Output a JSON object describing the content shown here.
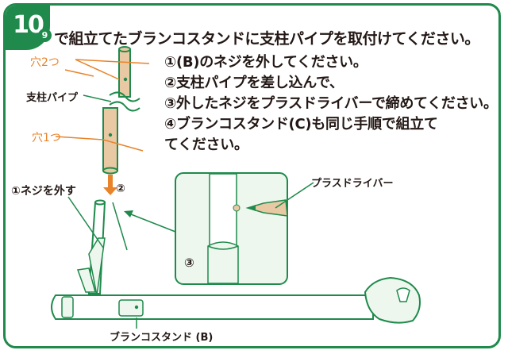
{
  "step": {
    "number": "10",
    "ref_badge": "9",
    "title": "で組立てたブランコスタンドに支柱パイプを取付けてください。"
  },
  "instructions": [
    "①(B)のネジを外してください。",
    "②支柱パイプを差し込んで、",
    "③外したネジをプラスドライバーで締めてください。",
    "④ブランコスタンド(C)も同じ手順で組立て",
    "てください。"
  ],
  "labels": {
    "hole2": "穴2つ",
    "hole1": "穴1つ",
    "pipe": "支柱パイプ",
    "remove_screw": "①ネジを外す",
    "circle2": "②",
    "screwdriver": "プラスドライバー",
    "circle3": "③",
    "stand_b": "ブランコスタンド (B)"
  },
  "colors": {
    "green": "#1f8a4c",
    "orange": "#e8832a",
    "tan": "#e9c9a4",
    "pale_green": "#eaf5ea"
  }
}
